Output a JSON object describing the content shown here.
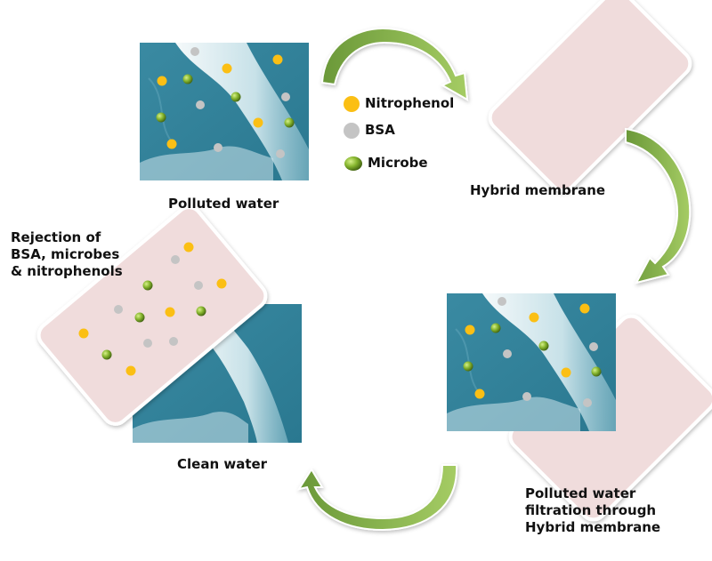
{
  "title": "Hybrid membrane water purification cycle",
  "legend": {
    "items": [
      {
        "label": "Nitrophenol",
        "color": "#fbbf14",
        "icon": "nitrophenol-dot"
      },
      {
        "label": "BSA",
        "color": "#c4c4c4",
        "icon": "bsa-dot"
      },
      {
        "label": "Microbe",
        "color": "#7aa22a",
        "icon": "microbe-sphere"
      }
    ]
  },
  "stages": {
    "polluted_water": "Polluted water",
    "hybrid_membrane": "Hybrid membrane",
    "filtration": [
      "Polluted water",
      "filtration through",
      "Hybrid membrane"
    ],
    "clean_water": "Clean water",
    "rejection": [
      "Rejection of",
      "BSA, microbes",
      "& nitrophenols"
    ]
  },
  "colors": {
    "water_dark": "#2e7f97",
    "water_light": "#e6f2f5",
    "membrane": "#f0dcdc",
    "arrow_dark": "#6e9a3a",
    "arrow_light": "#9cc45a"
  }
}
